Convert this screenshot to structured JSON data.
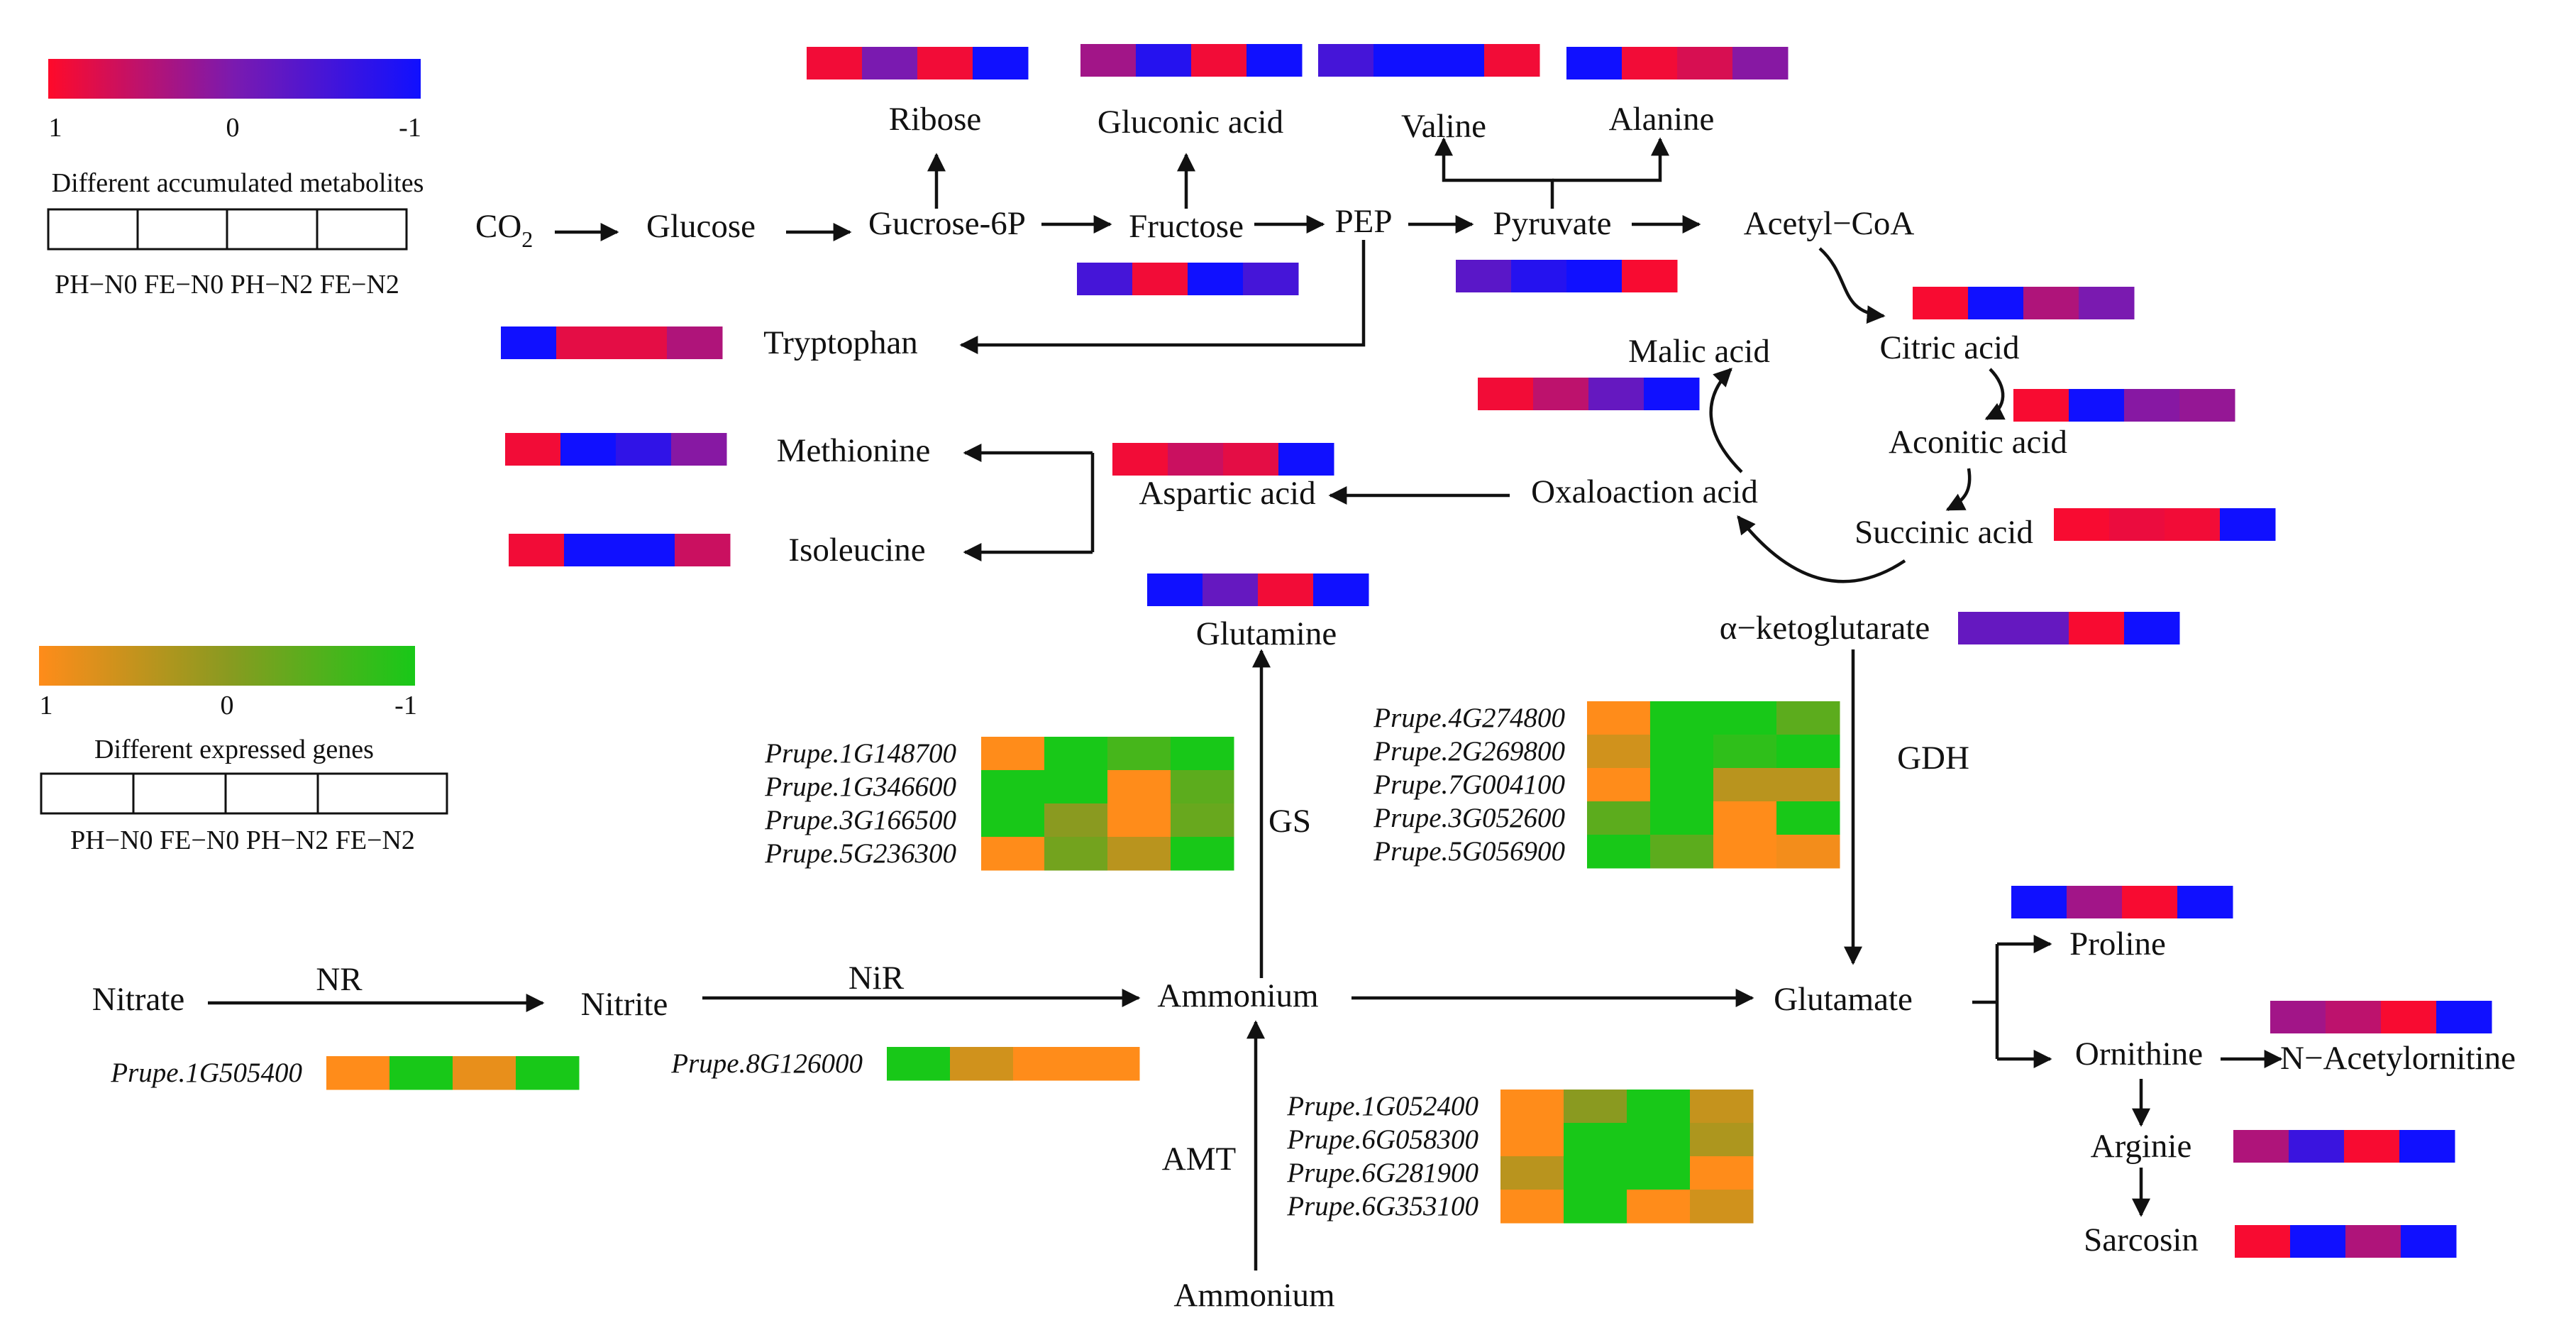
{
  "colors": {
    "metabolite_scale": {
      "high": "#ff0a2a",
      "mid": "#7a1ab0",
      "low": "#1010ff"
    },
    "gene_scale": {
      "high": "#ff8c1a",
      "mid": "#8a9a20",
      "low": "#18c818"
    }
  },
  "legend_metabolites": {
    "title": "Different accumulated metabolites",
    "tick_high": "1",
    "tick_mid": "0",
    "tick_low": "-1",
    "samples": [
      "PH−N0",
      "FE−N0",
      "PH−N2",
      "FE−N2"
    ]
  },
  "legend_genes": {
    "title": "Different expressed genes",
    "tick_high": "1",
    "tick_mid": "0",
    "tick_low": "-1",
    "samples": [
      "PH−N0",
      "FE−N0",
      "PH−N2",
      "FE−N2"
    ]
  },
  "nodes": {
    "co2": "CO",
    "co2_sub": "2",
    "glucose": "Glucose",
    "g6p": "Gucrose-6P",
    "fructose": "Fructose",
    "pep": "PEP",
    "pyruvate": "Pyruvate",
    "acetyl_coa": "Acetyl−CoA",
    "ribose": "Ribose",
    "gluconic_acid": "Gluconic acid",
    "valine": "Valine",
    "alanine": "Alanine",
    "tryptophan": "Tryptophan",
    "methionine": "Methionine",
    "isoleucine": "Isoleucine",
    "aspartic_acid": "Aspartic acid",
    "oxaloacetic_acid": "Oxaloaction acid",
    "malic_acid": "Malic acid",
    "citric_acid": "Citric acid",
    "aconitic_acid": "Aconitic acid",
    "succinic_acid": "Succinic acid",
    "alpha_kg": "α−ketoglutarate",
    "glutamine": "Glutamine",
    "glutamate": "Glutamate",
    "proline": "Proline",
    "ornithine": "Ornithine",
    "n_acetylornitine": "N−Acetylornitine",
    "arginine": "Arginie",
    "sarcosin": "Sarcosin",
    "nitrate": "Nitrate",
    "nitrite": "Nitrite",
    "ammonium_main": "Ammonium",
    "ammonium_bottom": "Ammonium"
  },
  "enzymes": {
    "nr": "NR",
    "nir": "NiR",
    "gs": "GS",
    "gdh": "GDH",
    "amt": "AMT"
  },
  "metabolite_heatmaps": [
    {
      "id": "ribose",
      "cells": [
        0.9,
        0.0,
        0.9,
        -1.0
      ]
    },
    {
      "id": "gluconic_acid",
      "cells": [
        0.3,
        -0.8,
        0.9,
        -1.0
      ]
    },
    {
      "id": "valine",
      "cells": [
        -0.5,
        -1.0,
        -1.0,
        0.9
      ]
    },
    {
      "id": "alanine",
      "cells": [
        -1.0,
        0.9,
        0.7,
        0.1
      ]
    },
    {
      "id": "fructose",
      "cells": [
        -0.5,
        0.9,
        -1.0,
        -0.5
      ]
    },
    {
      "id": "pyruvate",
      "cells": [
        -0.3,
        -0.8,
        -1.0,
        0.95
      ]
    },
    {
      "id": "tryptophan",
      "cells": [
        -1.0,
        0.8,
        0.8,
        0.4
      ]
    },
    {
      "id": "methionine",
      "cells": [
        0.9,
        -1.0,
        -0.7,
        0.1
      ]
    },
    {
      "id": "isoleucine",
      "cells": [
        0.9,
        -1.0,
        -1.0,
        0.6
      ]
    },
    {
      "id": "aspartic_acid",
      "cells": [
        0.9,
        0.6,
        0.8,
        -1.0
      ]
    },
    {
      "id": "malic_acid",
      "cells": [
        0.9,
        0.5,
        -0.2,
        -1.0
      ]
    },
    {
      "id": "citric_acid",
      "cells": [
        0.95,
        -1.0,
        0.4,
        0.0
      ]
    },
    {
      "id": "aconitic_acid",
      "cells": [
        0.95,
        -1.0,
        0.1,
        0.2
      ]
    },
    {
      "id": "succinic_acid",
      "cells": [
        0.95,
        0.85,
        0.9,
        -1.0
      ]
    },
    {
      "id": "glutamine",
      "cells": [
        -1.0,
        -0.2,
        0.9,
        -1.0
      ]
    },
    {
      "id": "alpha_kg",
      "cells": [
        -0.2,
        -0.2,
        0.95,
        -1.0
      ]
    },
    {
      "id": "proline",
      "cells": [
        -1.0,
        0.3,
        0.95,
        -1.0
      ]
    },
    {
      "id": "n_acetylornitine",
      "cells": [
        0.3,
        0.5,
        0.95,
        -1.0
      ]
    },
    {
      "id": "arginine",
      "cells": [
        0.4,
        -0.6,
        0.95,
        -1.0
      ]
    },
    {
      "id": "sarcosin",
      "cells": [
        0.95,
        -1.0,
        0.4,
        -1.0
      ]
    }
  ],
  "gene_heatmaps": [
    {
      "id": "gs",
      "genes": [
        "Prupe.1G148700",
        "Prupe.1G346600",
        "Prupe.3G166500",
        "Prupe.5G236300"
      ],
      "cells": [
        [
          1.0,
          -1.0,
          -0.6,
          -1.0
        ],
        [
          -1.0,
          -1.0,
          1.0,
          -0.4
        ],
        [
          -1.0,
          0.0,
          1.0,
          -0.3
        ],
        [
          1.0,
          -0.2,
          0.4,
          -1.0
        ]
      ]
    },
    {
      "id": "gdh",
      "genes": [
        "Prupe.4G274800",
        "Prupe.2G269800",
        "Prupe.7G004100",
        "Prupe.3G052600",
        "Prupe.5G056900"
      ],
      "cells": [
        [
          1.0,
          -1.0,
          -1.0,
          -0.4
        ],
        [
          0.6,
          -1.0,
          -0.8,
          -1.0
        ],
        [
          1.0,
          -1.0,
          0.4,
          0.4
        ],
        [
          -0.4,
          -1.0,
          1.0,
          -1.0
        ],
        [
          -1.0,
          -0.4,
          1.0,
          0.9
        ]
      ]
    },
    {
      "id": "amt",
      "genes": [
        "Prupe.1G052400",
        "Prupe.6G058300",
        "Prupe.6G281900",
        "Prupe.6G353100"
      ],
      "cells": [
        [
          1.0,
          0.0,
          -1.0,
          0.5
        ],
        [
          1.0,
          -1.0,
          -1.0,
          0.3
        ],
        [
          0.4,
          -1.0,
          -1.0,
          1.0
        ],
        [
          1.0,
          -1.0,
          1.0,
          0.6
        ]
      ]
    },
    {
      "id": "nr",
      "genes": [
        "Prupe.1G505400"
      ],
      "cells": [
        [
          1.0,
          -1.0,
          0.8,
          -1.0
        ]
      ]
    },
    {
      "id": "nir",
      "genes": [
        "Prupe.8G126000"
      ],
      "cells": [
        [
          -1.0,
          0.6,
          1.0,
          1.0
        ]
      ]
    }
  ]
}
